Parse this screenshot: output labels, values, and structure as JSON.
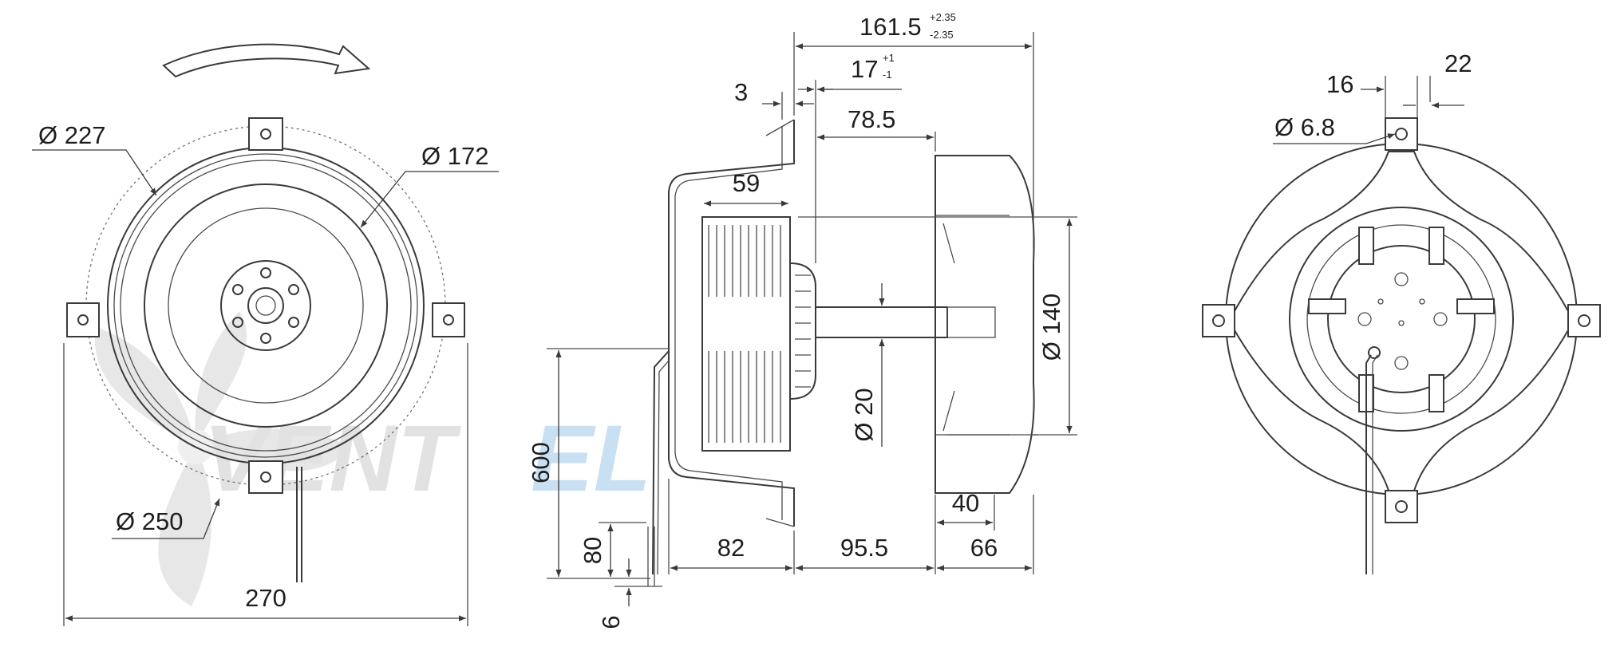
{
  "watermark": {
    "brand_grey": "VENT",
    "brand_blue": "EL",
    "grey_color": "#cccccc",
    "blue_color": "#9cc8e8"
  },
  "front_view": {
    "dia_outer_label": "Ø 227",
    "dia_inner_label": "Ø 172",
    "dia_bolt_circle_label": "Ø 250",
    "width_label": "270"
  },
  "side_view": {
    "overall_length": "161.5",
    "overall_tol_upper": "+2.35",
    "overall_tol_lower": "-2.35",
    "dim_17": "17",
    "dim_17_tol_upper": "+1",
    "dim_17_tol_lower": "-1",
    "dim_3": "3",
    "dim_78_5": "78.5",
    "dim_59": "59",
    "dia_impeller": "Ø 140",
    "dia_shaft": "Ø 20",
    "cable_length": "600",
    "cable_end": "80",
    "strip_length": "6",
    "dim_82": "82",
    "dim_95_5": "95.5",
    "dim_66": "66",
    "dim_40": "40"
  },
  "rear_view": {
    "dim_16": "16",
    "dim_22": "22",
    "hole_dia": "Ø 6.8"
  }
}
